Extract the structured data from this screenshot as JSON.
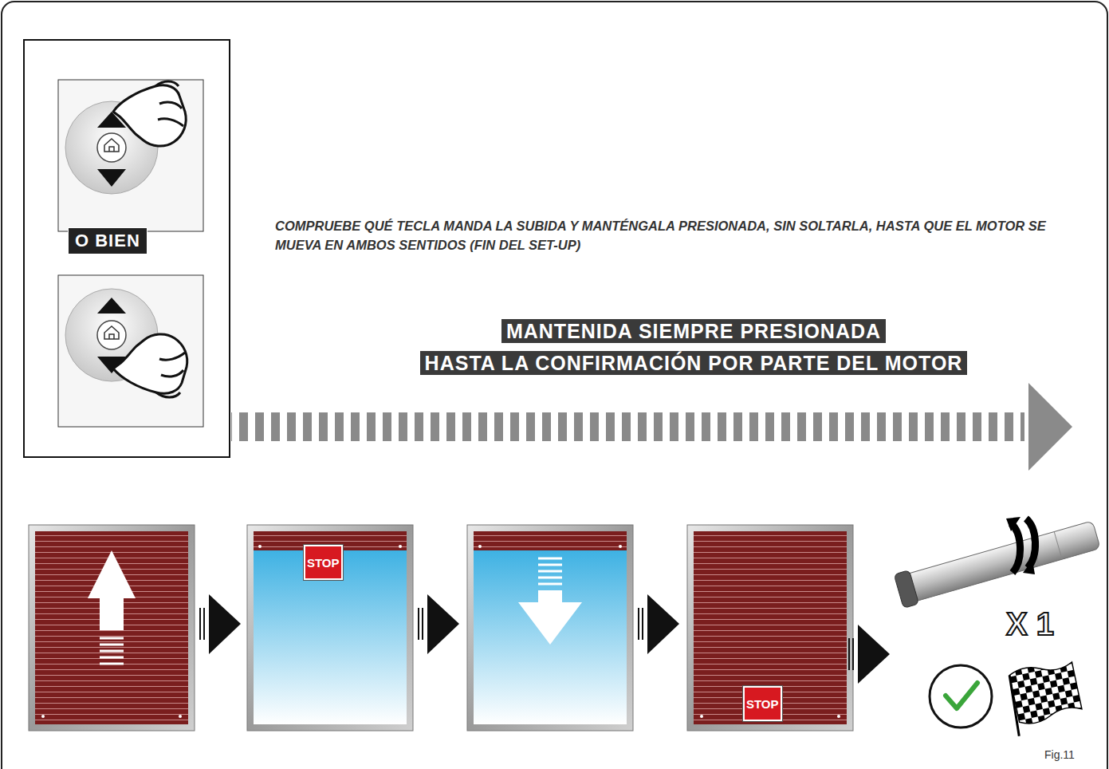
{
  "diagram": {
    "nodes": [
      {
        "text": [
          "O BIEN"
        ]
      },
      {
        "text": [
          "STOP"
        ]
      },
      {
        "text": [
          "STOP"
        ]
      }
    ],
    "labels": [
      "COMPRUEBE QUÉ TECLA MANDA LA SUBIDA Y MANTÉNGALA PRESIONADA, SIN SOLTARLA, HASTA QUE EL MOTOR SE MUEVA EN AMBOS SENTIDOS (FIN DEL SET-UP)",
      "MANTENIDA SIEMPRE PRESIONADA",
      "HASTA LA CONFIRMACIÓN POR PARTE DEL MOTOR",
      "X 1",
      "Fig.11"
    ]
  }
}
